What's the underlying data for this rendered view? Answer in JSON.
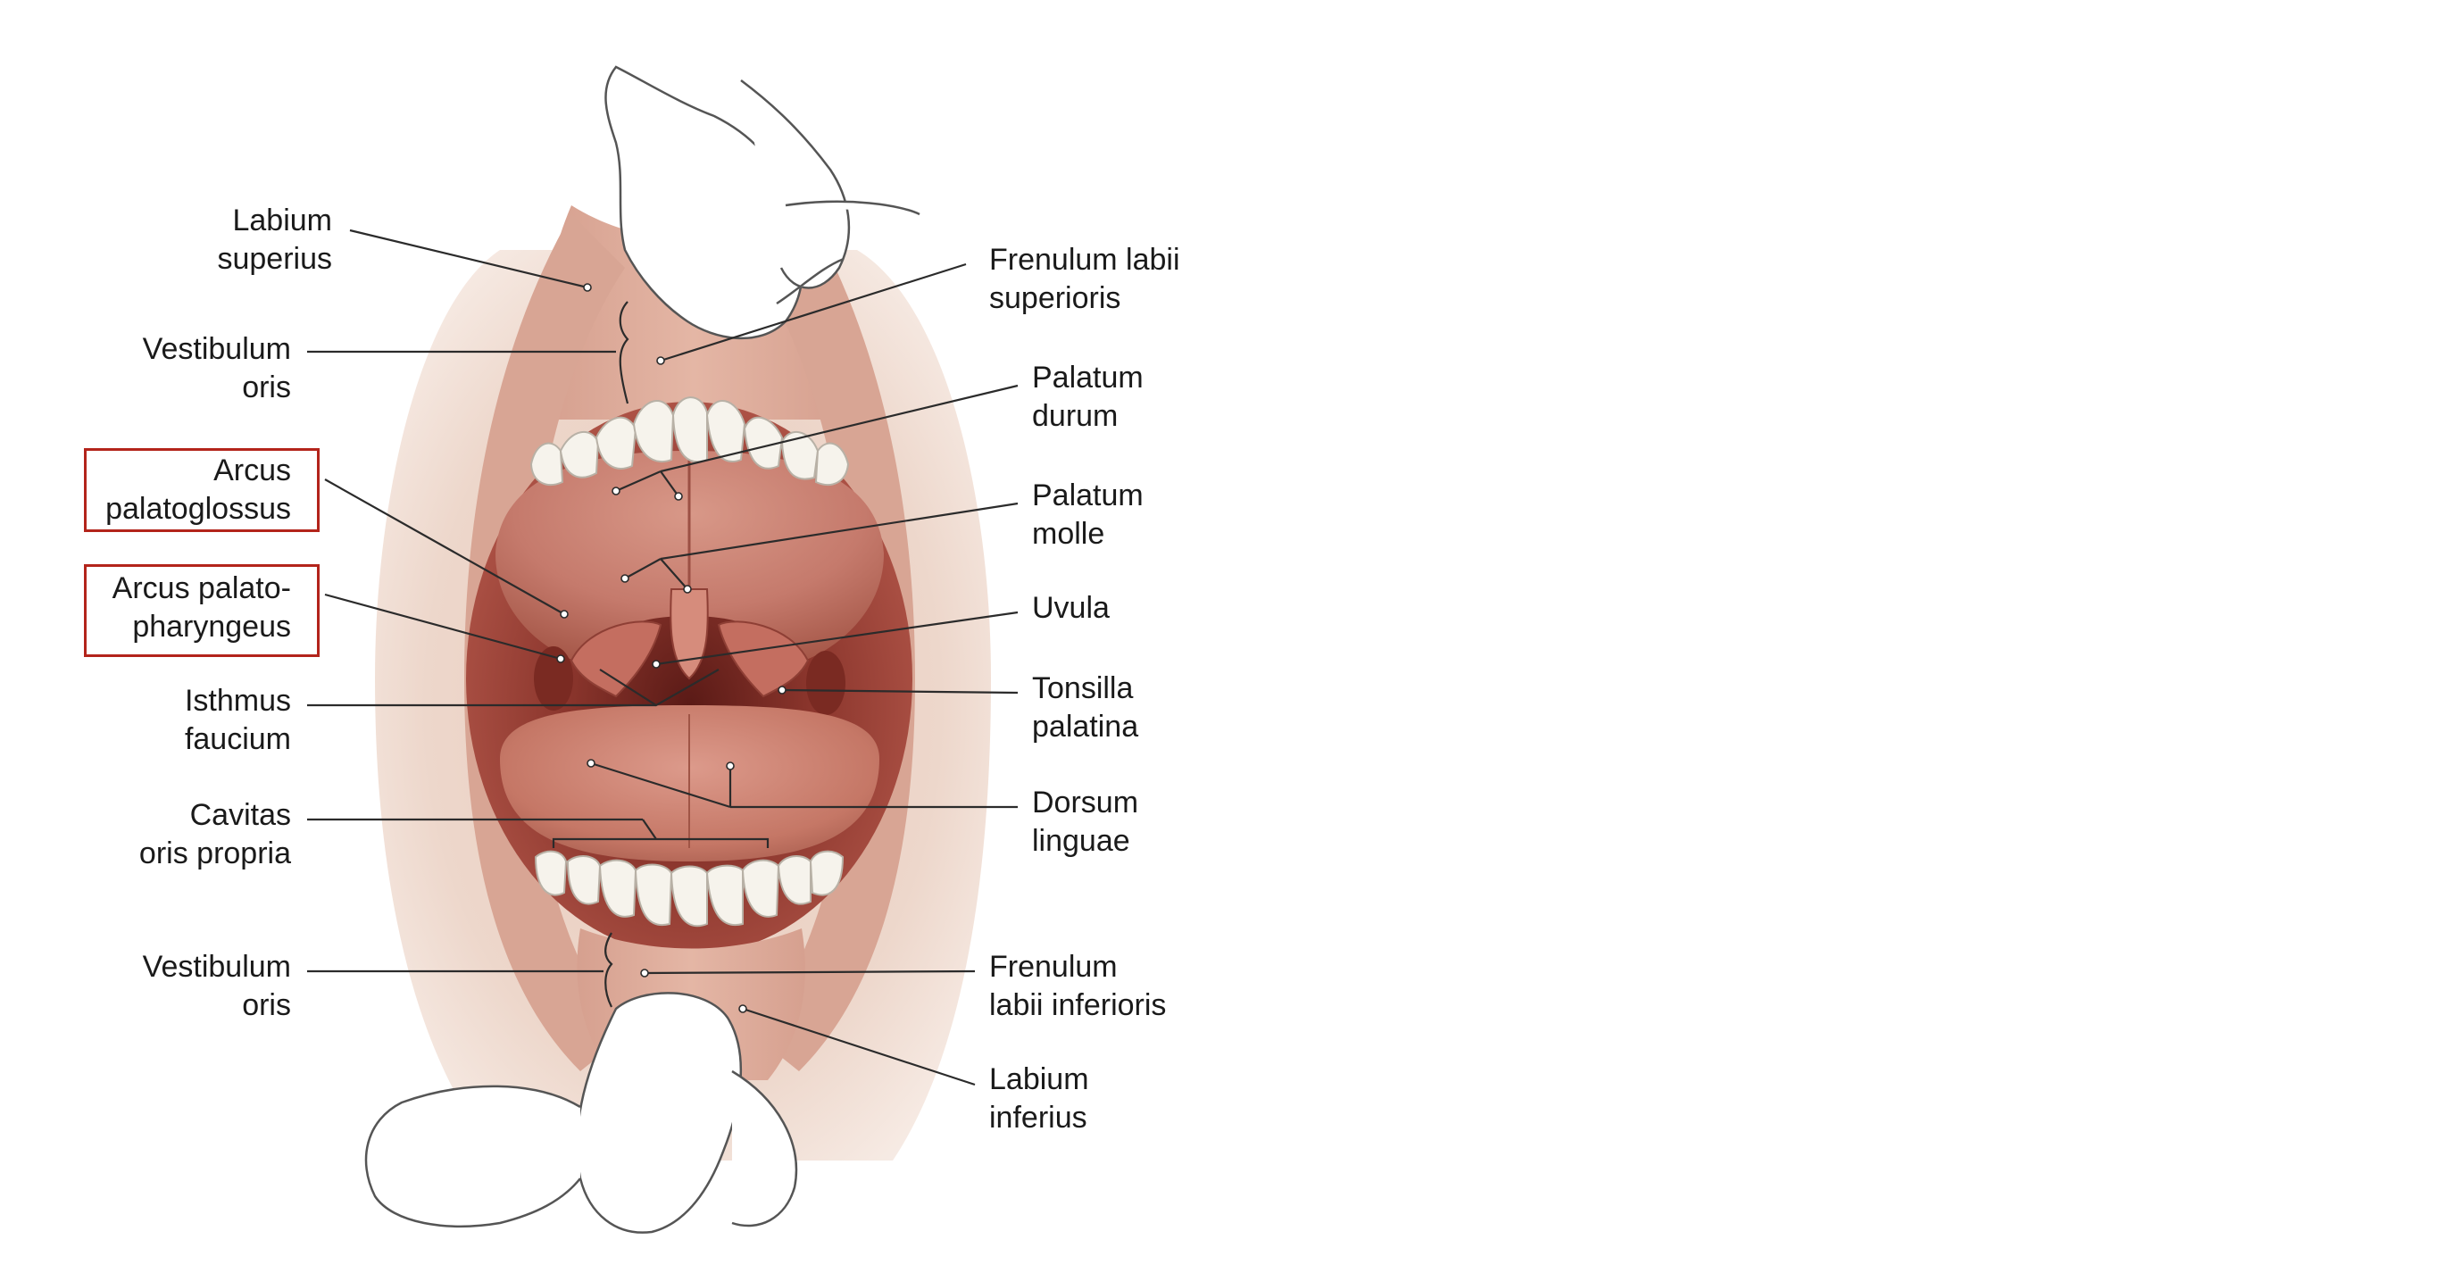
{
  "diagram": {
    "labels": {
      "labium_superius": [
        "Labium",
        "superius"
      ],
      "vestibulum_oris_upper": [
        "Vestibulum",
        "oris"
      ],
      "arcus_palatoglossus": [
        "Arcus",
        "palatoglossus"
      ],
      "arcus_palatopharyngeus": [
        "Arcus palato-",
        "pharyngeus"
      ],
      "isthmus_faucium": [
        "Isthmus",
        "faucium"
      ],
      "cavitas_oris_propria": [
        "Cavitas",
        "oris propria"
      ],
      "vestibulum_oris_lower": [
        "Vestibulum",
        "oris"
      ],
      "frenulum_labii_superioris": [
        "Frenulum labii",
        "superioris"
      ],
      "palatum_durum": [
        "Palatum",
        "durum"
      ],
      "palatum_molle": [
        "Palatum",
        "molle"
      ],
      "uvula": [
        "Uvula"
      ],
      "tonsilla_palatina": [
        "Tonsilla",
        "palatina"
      ],
      "dorsum_linguae": [
        "Dorsum",
        "linguae"
      ],
      "frenulum_labii_inferioris": [
        "Frenulum",
        "labii inferioris"
      ],
      "labium_inferius": [
        "Labium",
        "inferius"
      ]
    },
    "highlighted": [
      "arcus_palatoglossus",
      "arcus_palatopharyngeus"
    ],
    "colors": {
      "highlight_box": "#b3241b",
      "leader_line": "#2b2b2b",
      "skin": "#e6c2b2",
      "lip": "#c98579",
      "oral_cavity": "#a4473c",
      "tongue": "#c77a6c",
      "teeth": "#f5f2ea"
    }
  }
}
